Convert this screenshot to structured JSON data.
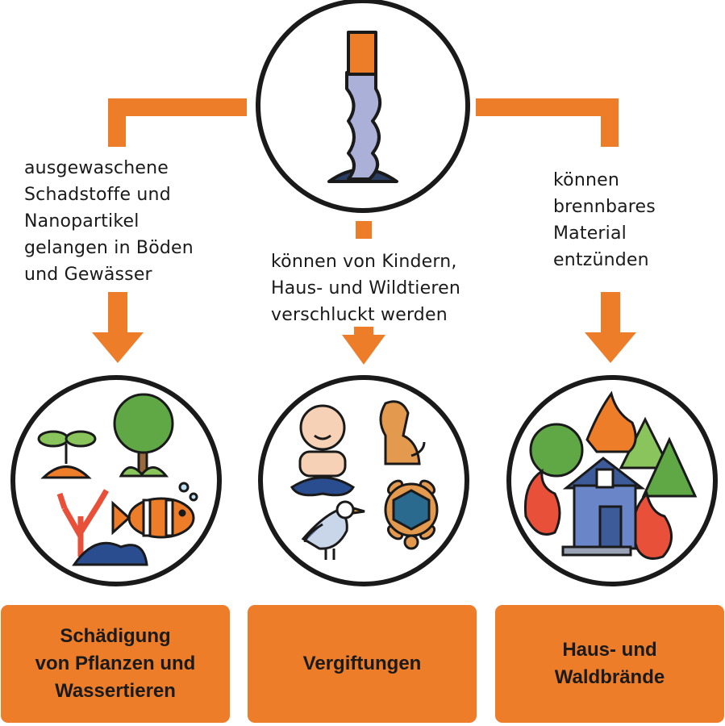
{
  "left": {
    "text": "ausgewaschene\nSchadstoffe und\nNanopartikel\ngelangen in Böden\nund Gewässer",
    "result": "Schädigung\nvon Pflanzen und\nWassertieren"
  },
  "center": {
    "text": "können von Kindern,\nHaus- und Wildtieren\nverschluckt werden",
    "result": "Vergiftungen"
  },
  "right": {
    "text": "können\nbrennbares\nMaterial\nentzünden",
    "result": "Haus- und\nWaldbrände"
  },
  "colors": {
    "accent": "#ee7d2a",
    "outline": "#1a1a1a"
  },
  "icons": [
    "cigarette-butt-icon",
    "sprout-icon",
    "tree-icon",
    "coral-icon",
    "clownfish-icon",
    "baby-icon",
    "dog-icon",
    "seagull-icon",
    "turtle-icon",
    "fire-icon",
    "house-icon",
    "forest-icon"
  ]
}
